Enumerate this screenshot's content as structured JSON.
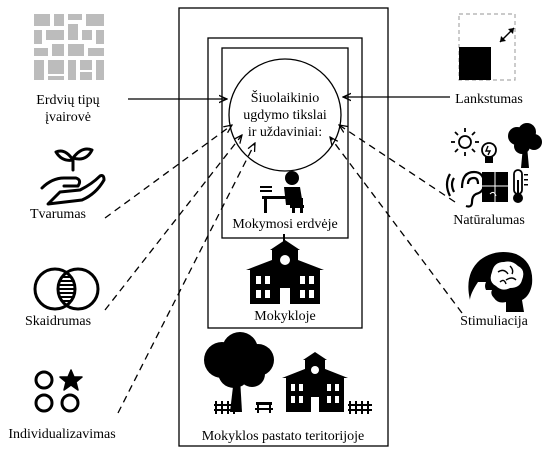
{
  "center": {
    "line1": "Šiuolaikinio",
    "line2": "ugdymo tikslai",
    "line3": "ir uždaviniai:"
  },
  "levels": {
    "inner": "Mokymosi erdvėje",
    "middle": "Mokykloje",
    "outer": "Mokyklos pastato teritorijoje"
  },
  "left": {
    "variety_line1": "Erdvių tipų",
    "variety_line2": "įvairovė",
    "sustainability": "Tvarumas",
    "transparency": "Skaidrumas",
    "individualization": "Individualizavimas"
  },
  "right": {
    "flexibility": "Lankstumas",
    "naturalness": "Natūralumas",
    "stimulation": "Stimuliacija"
  }
}
